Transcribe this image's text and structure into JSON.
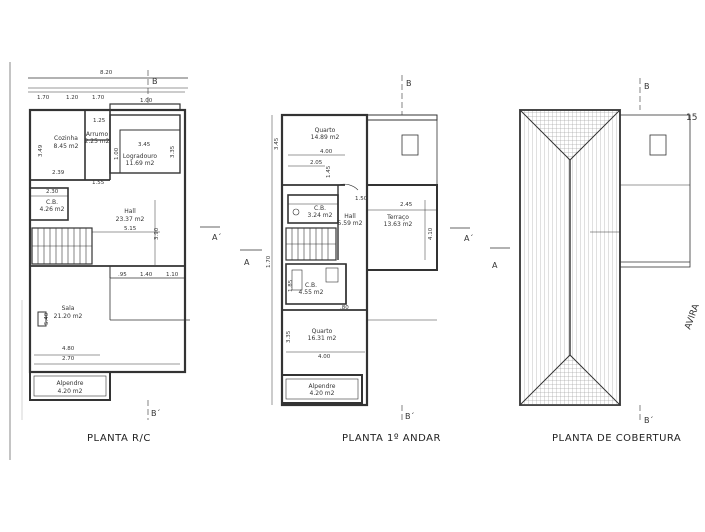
{
  "plans": {
    "ground": {
      "caption": "PLANTA R/C",
      "dims": {
        "overall": "8.20",
        "d1": "1.70",
        "d2": "1.20",
        "d3": "1.70",
        "d4": "1.00",
        "d5": "1.25",
        "d6": "3.45",
        "d7": "3.49",
        "d8": "3.35",
        "d9": "2.39",
        "d10": "1.55",
        "d11": "2.30",
        "d12": "1.00",
        "d13": "5.15",
        "d14": "3.90",
        "d15": ".95",
        "d16": "1.40",
        "d17": "1.10",
        "d18": "2.70",
        "d19": "4.80",
        "d20": "5.40"
      },
      "rooms": [
        {
          "name": "Cozinha",
          "area": "8.45 m2"
        },
        {
          "name": "Arrumo",
          "area": "2.25 m2"
        },
        {
          "name": "Logradouro",
          "area": "11.69 m2"
        },
        {
          "name": "C.B.",
          "area": "4.26 m2"
        },
        {
          "name": "Hall",
          "area": "23.37 m2"
        },
        {
          "name": "Sala",
          "area": "21.20 m2"
        },
        {
          "name": "Alpendre",
          "area": "4.20 m2"
        }
      ]
    },
    "first": {
      "caption": "PLANTA 1º ANDAR",
      "dims": {
        "d1": "3.45",
        "d2": "4.00",
        "d3": "2.05",
        "d4": "1.45",
        "d5": "1.50",
        "d6": "2.45",
        "d7": "4.10",
        "d8": "1.85",
        "d9": ".80",
        "d10": "3.35",
        "d11": "4.00",
        "d12": "1.70"
      },
      "rooms": [
        {
          "name": "Quarto",
          "area": "14.89 m2"
        },
        {
          "name": "C.B.",
          "area": "3.24 m2"
        },
        {
          "name": "Hall",
          "area": "5.59 m2"
        },
        {
          "name": "Terraço",
          "area": "13.63 m2"
        },
        {
          "name": "C.B.",
          "area": "4.55 m2"
        },
        {
          "name": "Quarto",
          "area": "16.31 m2"
        },
        {
          "name": "Alpendre",
          "area": "4.20 m2"
        }
      ]
    },
    "roof": {
      "caption": "PLANTA DE COBERTURA"
    }
  },
  "section_marks": {
    "a": "A",
    "a_prime": "A´",
    "b": "B",
    "b_prime": "B´"
  },
  "margin_text": {
    "t1": "15",
    "t2": "AVIRA"
  }
}
